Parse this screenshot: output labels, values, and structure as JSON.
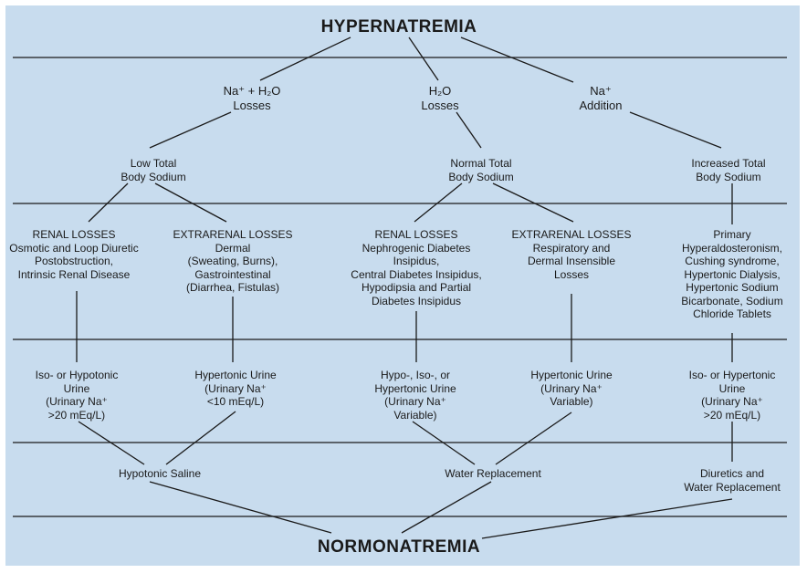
{
  "title": "HYPERNATREMIA",
  "footer": "NORMONATREMIA",
  "level1": {
    "na_h2o": {
      "line1": "Na⁺ + H₂O",
      "line2": "Losses"
    },
    "h2o": {
      "line1": "H₂O",
      "line2": "Losses"
    },
    "na": {
      "line1": "Na⁺",
      "line2": "Addition"
    }
  },
  "level2": {
    "low": "Low Total\nBody Sodium",
    "normal": "Normal Total\nBody Sodium",
    "increased": "Increased Total\nBody Sodium"
  },
  "level3": {
    "renal_1": "RENAL LOSSES\nOsmotic and Loop Diuretic\nPostobstruction,\nIntrinsic Renal Disease",
    "extrarenal_1": "EXTRARENAL LOSSES\nDermal\n(Sweating, Burns),\nGastrointestinal\n(Diarrhea, Fistulas)",
    "renal_2": "RENAL LOSSES\nNephrogenic Diabetes\nInsipidus,\nCentral Diabetes Insipidus,\nHypodipsia and Partial\nDiabetes Insipidus",
    "extrarenal_2": "EXTRARENAL LOSSES\nRespiratory and\nDermal Insensible\nLosses",
    "primary": "Primary\nHyperaldosteronism,\nCushing syndrome,\nHypertonic Dialysis,\nHypertonic Sodium\nBicarbonate, Sodium\nChloride Tablets"
  },
  "level4": {
    "urine_1": "Iso- or Hypotonic\nUrine\n(Urinary Na⁺\n>20 mEq/L)",
    "urine_2": "Hypertonic Urine\n(Urinary Na⁺\n<10 mEq/L)",
    "urine_3": "Hypo-, Iso-, or\nHypertonic Urine\n(Urinary Na⁺\nVariable)",
    "urine_4": "Hypertonic Urine\n(Urinary Na⁺\nVariable)",
    "urine_5": "Iso- or Hypertonic\nUrine\n(Urinary Na⁺\n>20 mEq/L)"
  },
  "level5": {
    "saline": "Hypotonic Saline",
    "water": "Water Replacement",
    "diuretics": "Diuretics and\nWater Replacement"
  }
}
